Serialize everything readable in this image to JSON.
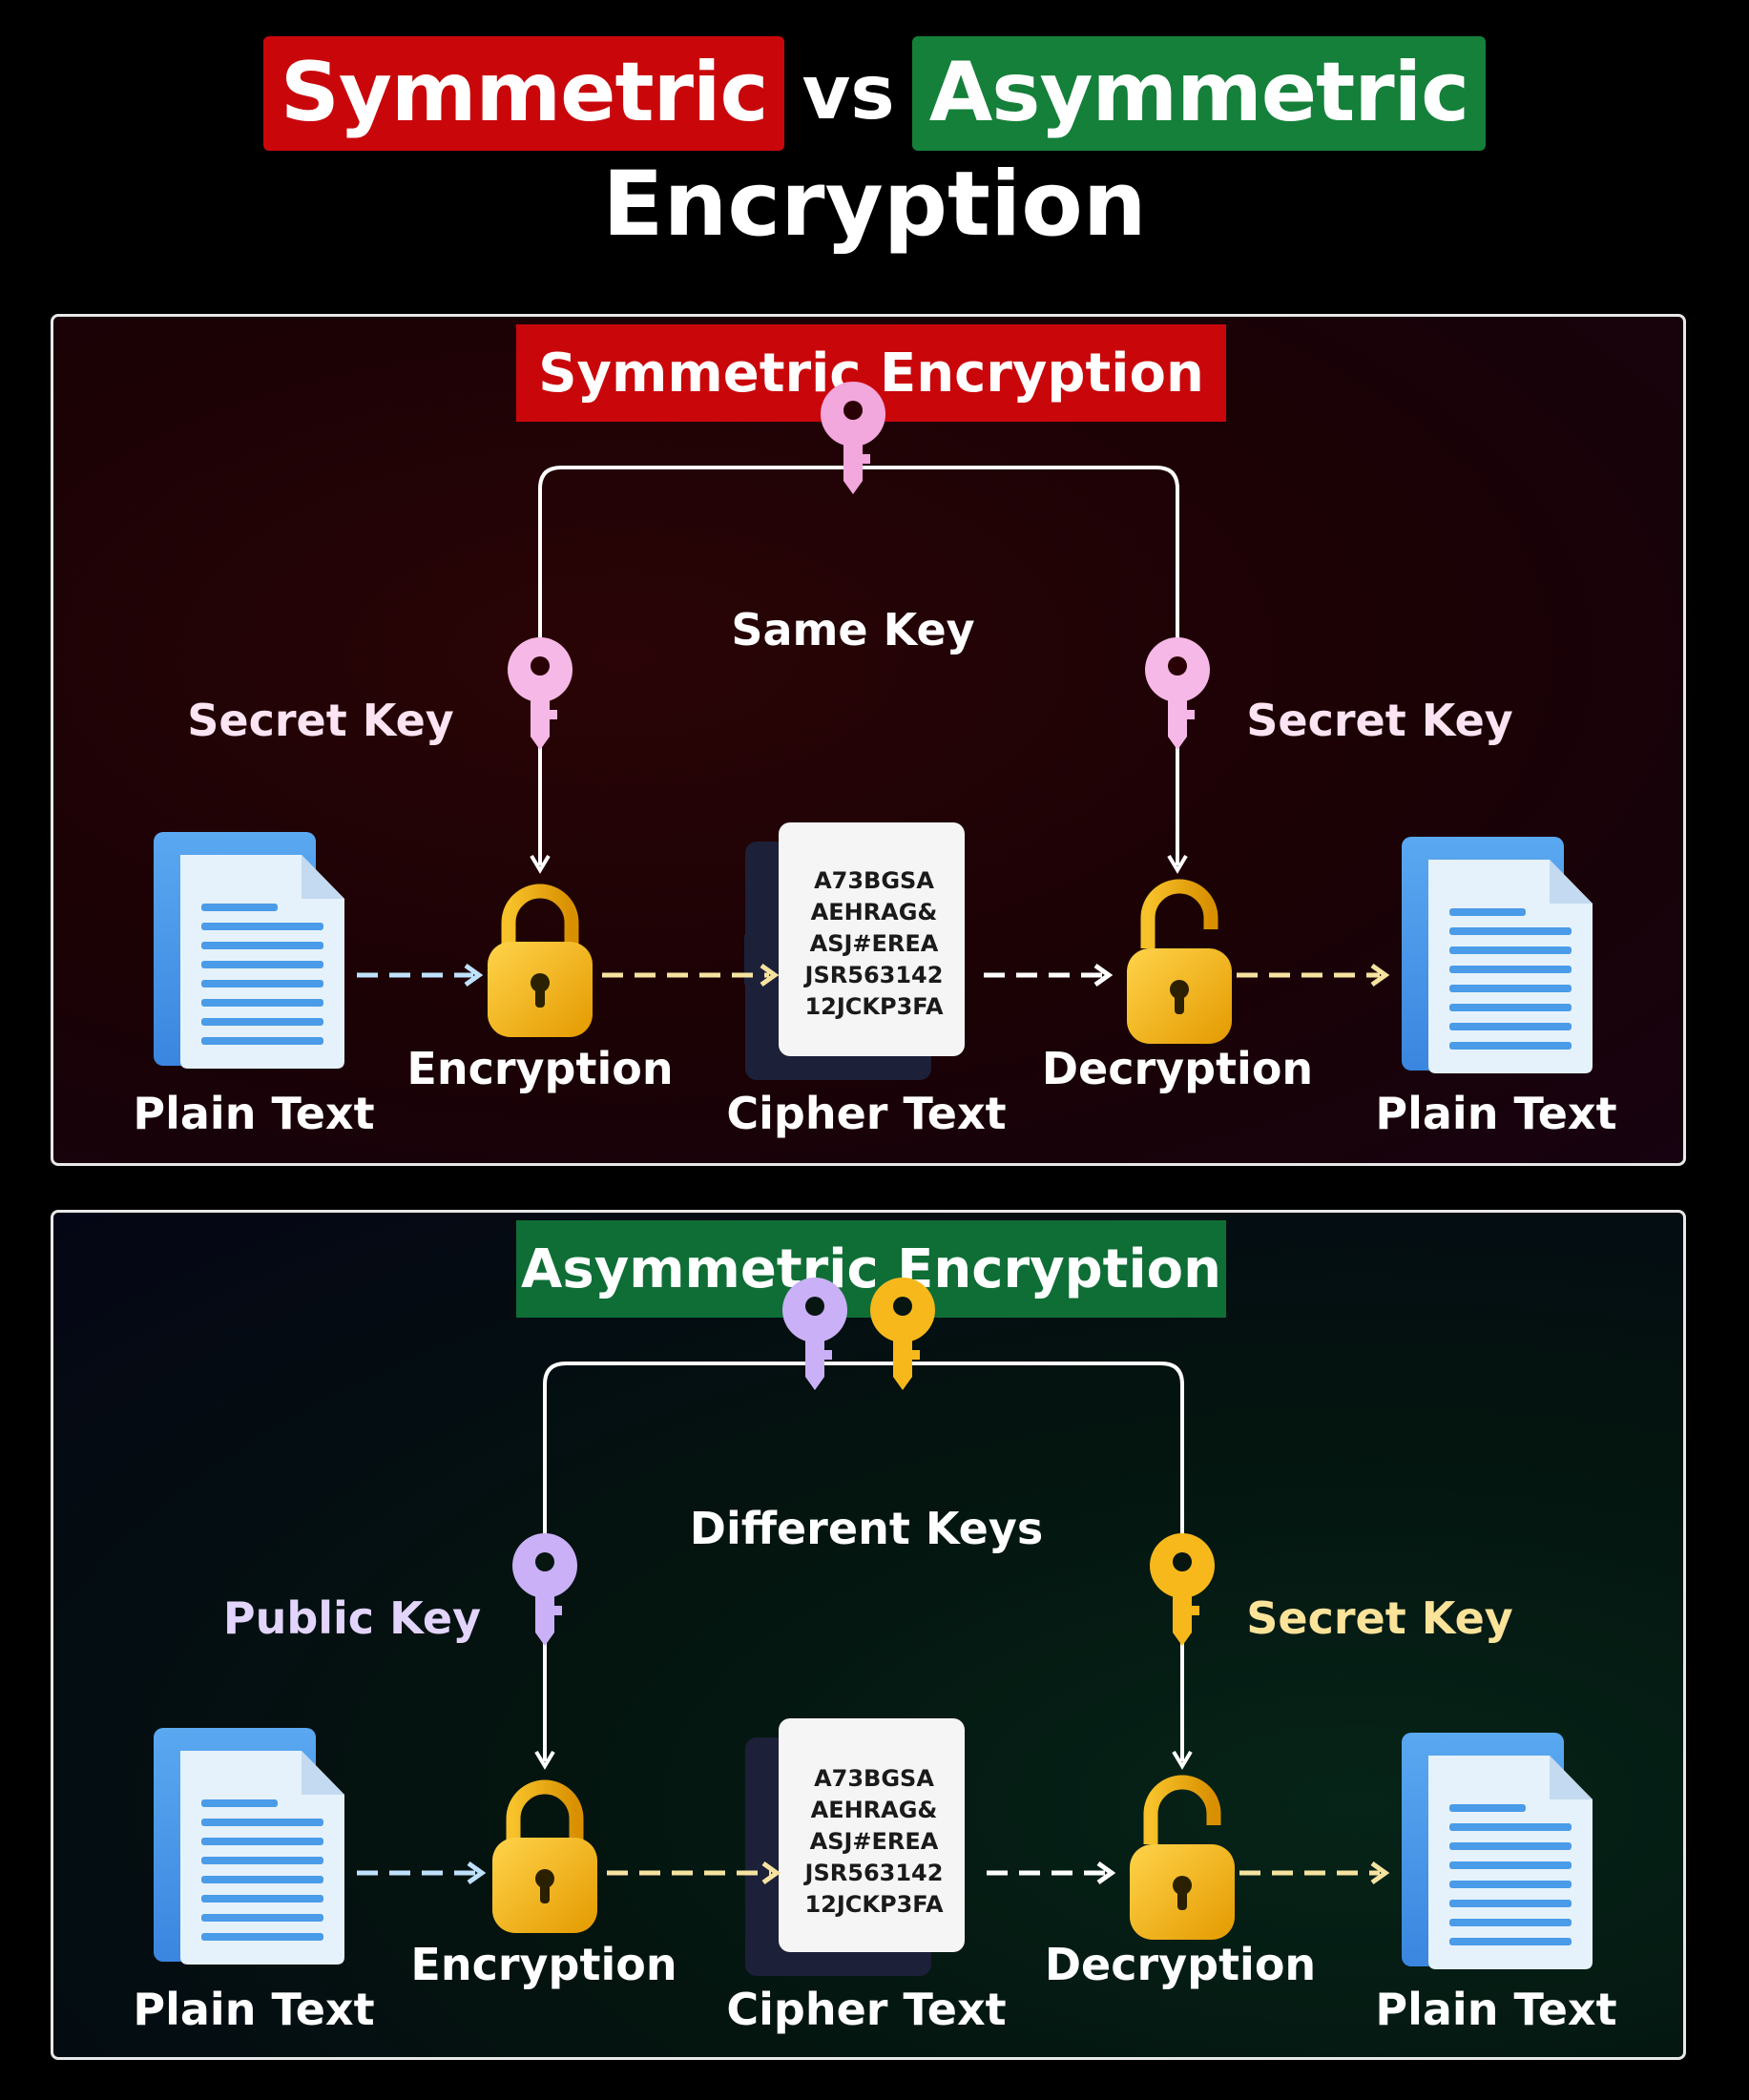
{
  "title": {
    "part1": "Symmetric",
    "vs": "vs",
    "part2": "Asymmetric",
    "line2": "Encryption"
  },
  "symmetric": {
    "heading": "Symmetric Encryption",
    "center_key_label": "Same Key",
    "left_key_label": "Secret Key",
    "right_key_label": "Secret Key",
    "plain_left": "Plain Text",
    "encryption": "Encryption",
    "cipher_label": "Cipher Text",
    "decryption": "Decryption",
    "plain_right": "Plain Text",
    "cipher_lines": [
      "A73BGSA",
      "AEHRAG&",
      "ASJ#EREA",
      "JSR563142",
      "12JCKP3FA"
    ]
  },
  "asymmetric": {
    "heading": "Asymmetric Encryption",
    "center_key_label": "Different Keys",
    "left_key_label": "Public Key",
    "right_key_label": "Secret Key",
    "plain_left": "Plain Text",
    "encryption": "Encryption",
    "cipher_label": "Cipher Text",
    "decryption": "Decryption",
    "plain_right": "Plain Text",
    "cipher_lines": [
      "A73BGSA",
      "AEHRAG&",
      "ASJ#EREA",
      "JSR563142",
      "12JCKP3FA"
    ]
  },
  "colors": {
    "red": "#c9070b",
    "green": "#15803a",
    "pink_key": "#f6b8e6",
    "purple_key": "#c9b0f7",
    "yellow_key": "#f7b81c",
    "lock": "#f5b80e",
    "doc_blue": "#4a9be8"
  }
}
